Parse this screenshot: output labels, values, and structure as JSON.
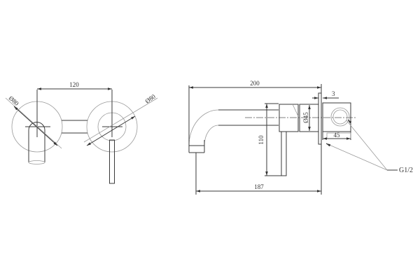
{
  "drawing": {
    "type": "technical drawing - wall mounted basin mixer with spout",
    "front_view": {
      "dimensions": {
        "spacing": "120",
        "left_plate_diameter": "Ø80",
        "right_plate_diameter": "Ø80"
      }
    },
    "side_view": {
      "dimensions": {
        "overall_length": "200",
        "spout_reach": "187",
        "height": "110",
        "body_diameter": "Ø45",
        "plate_thickness": "3",
        "box_depth": "45"
      },
      "callouts": {
        "thread": "G1/2"
      }
    },
    "colors": {
      "line": "#3a3a3a",
      "thin_line": "#9a9a9a",
      "background": "#ffffff"
    }
  }
}
